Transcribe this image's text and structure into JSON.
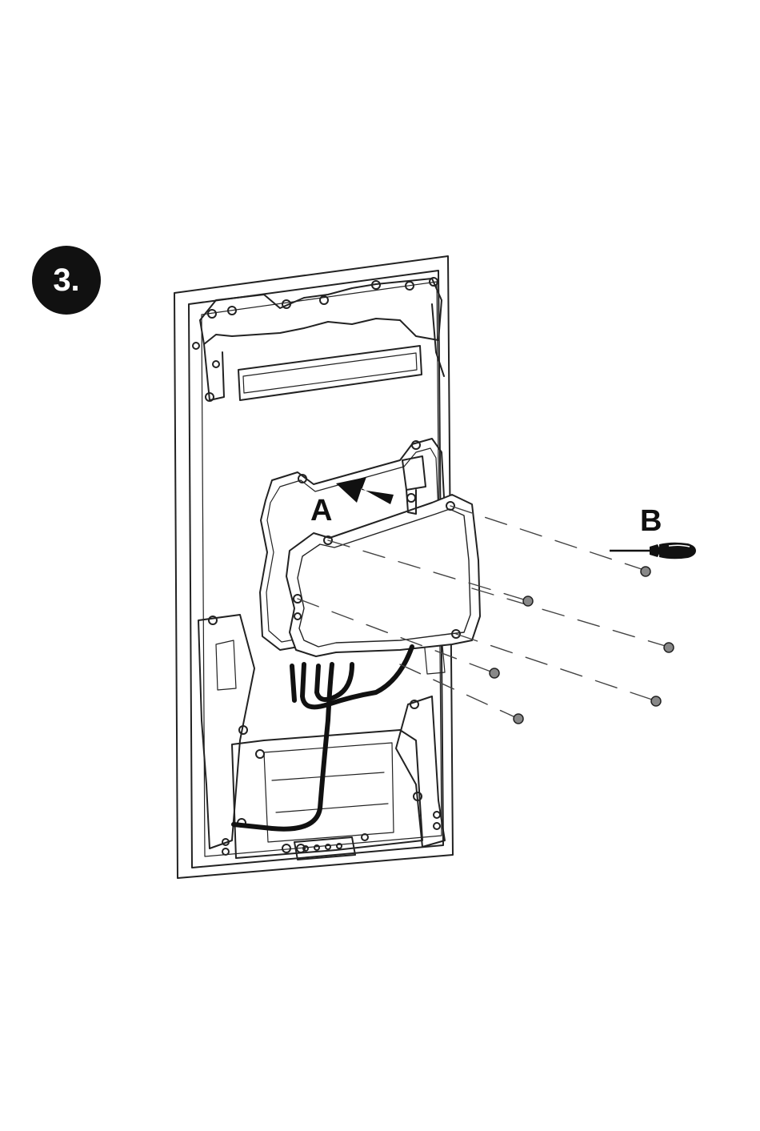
{
  "step": {
    "number": "3."
  },
  "callouts": {
    "a": "A",
    "b": "B"
  },
  "colors": {
    "ink": "#111111",
    "line": "#222222",
    "paper": "#ffffff"
  },
  "icons": {
    "tool": "screwdriver-icon",
    "direction": "arrow-up-left-icon"
  }
}
